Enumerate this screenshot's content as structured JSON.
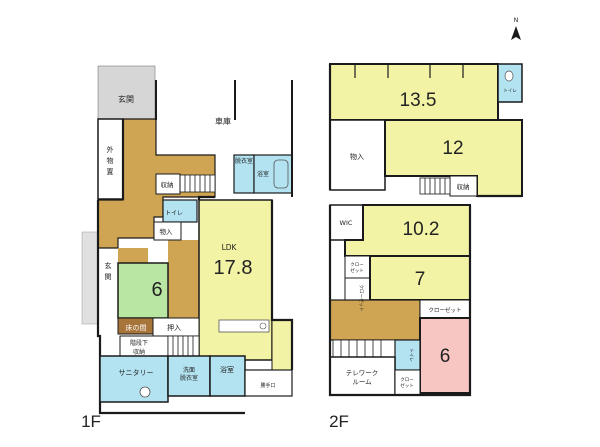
{
  "floors": {
    "first": "1F",
    "second": "2F"
  },
  "compass": {
    "north": "N"
  },
  "rooms_1f": {
    "genkan_top": "玄関",
    "gaibutsuoki_1": "外",
    "gaibutsuoki_2": "物",
    "gaibutsuoki_3": "置",
    "garage": "車庫",
    "datsuijo": "脱衣室",
    "bath_small": "浴室",
    "shuno": "収納",
    "toilet": "トイレ",
    "monoire": "物入",
    "ldk_label": "LDK",
    "ldk_size": "17.8",
    "genkan_side_1": "玄",
    "genkan_side_2": "関",
    "washitsu": "6",
    "tokonoma": "床の間",
    "oshiire": "押入",
    "kaidanshita_1": "階段下",
    "kaidanshita_2": "収納",
    "sanitary": "サニタリー",
    "senmen_1": "洗面",
    "senmen_2": "脱衣室",
    "bath": "浴室",
    "katteguchi": "勝手口"
  },
  "rooms_2f": {
    "room_135": "13.5",
    "toilet_top": "トイレ",
    "room_12": "12",
    "monoire": "物入",
    "shuno": "収納",
    "wic": "WIC",
    "room_102": "10.2",
    "closet_a_1": "クロー",
    "closet_a_2": "ゼット",
    "room_7": "7",
    "closet_b": "クローゼット",
    "closet_c": "クローゼット",
    "room_6": "6",
    "toilet": "トイレ",
    "telework_1": "テレワーク",
    "telework_2": "ルーム",
    "closet_d_1": "クロー",
    "closet_d_2": "ゼット"
  },
  "colors": {
    "bedroom": "#f3f3a6",
    "corridor": "#cfa553",
    "washitsu": "#b9e6a3",
    "water": "#b3e3f1",
    "pink_room": "#f7c6c2",
    "tokonoma": "#a7743a",
    "outdoor": "#d6d6d6",
    "wall": "#1a1a1a"
  }
}
